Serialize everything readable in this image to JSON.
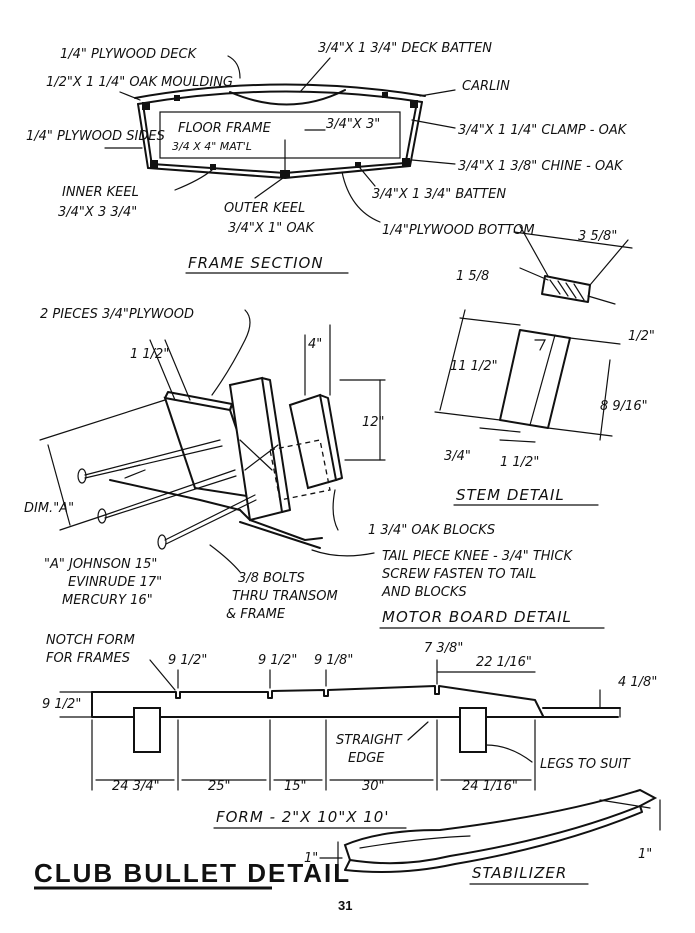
{
  "frame_section": {
    "title": "FRAME SECTION",
    "labels": {
      "plywood_deck": "1/4\" PLYWOOD DECK",
      "deck_batten": "3/4\"X 1 3/4\" DECK BATTEN",
      "oak_moulding": "1/2\"X 1 1/4\" OAK MOULDING",
      "carlin": "CARLIN",
      "plywood_sides": "1/4\" PLYWOOD SIDES",
      "floor_frame": "FLOOR FRAME",
      "floor_frame_matl": "3/4 X 4\" MAT'L",
      "frame_3x3": "3/4\"X 3\"",
      "clamp_oak": "3/4\"X 1 1/4\" CLAMP - OAK",
      "chine_oak": "3/4\"X 1 3/8\" CHINE - OAK",
      "inner_keel": "INNER KEEL",
      "inner_keel_size": "3/4\"X 3 3/4\"",
      "outer_keel": "OUTER KEEL",
      "outer_keel_size": "3/4\"X 1\" OAK",
      "batten": "3/4\"X 1 3/4\" BATTEN",
      "plywood_bottom": "1/4\"PLYWOOD BOTTOM"
    }
  },
  "motor_board": {
    "title": "MOTOR BOARD DETAIL",
    "labels": {
      "plywood_pieces": "2 PIECES 3/4\"PLYWOOD",
      "dim_1_5": "1 1/2\"",
      "dim_4": "4\"",
      "dim_12": "12\"",
      "dim_a": "DIM.\"A\"",
      "oak_blocks": "1 3/4\" OAK BLOCKS",
      "tail_knee_1": "TAIL PIECE KNEE - 3/4\" THICK",
      "tail_knee_2": "SCREW FASTEN TO TAIL",
      "tail_knee_3": "AND BLOCKS",
      "motors_1": "\"A\" JOHNSON 15\"",
      "motors_2": "EVINRUDE 17\"",
      "motors_3": "MERCURY 16\"",
      "bolts_1": "3/8 BOLTS",
      "bolts_2": "THRU TRANSOM",
      "bolts_3": "& FRAME"
    }
  },
  "stem": {
    "title": "STEM DETAIL",
    "labels": {
      "dim_3_5_8": "3 5/8\"",
      "dim_1_5_8": "1 5/8",
      "dim_half": "1/2\"",
      "dim_11_5": "11 1/2\"",
      "dim_8_9_16": "8 9/16\"",
      "dim_3_4": "3/4\"",
      "dim_1_5": "1 1/2\""
    }
  },
  "form": {
    "title": "FORM - 2\"X 10\"X 10'",
    "notch_label_1": "NOTCH FORM",
    "notch_label_2": "FOR FRAMES",
    "notch_heights": [
      "9 1/2\"",
      "9 1/2\"",
      "9 1/8\"",
      "7 3/8\""
    ],
    "dim_22": "22 1/16\"",
    "dim_left": "9 1/2\"",
    "dim_right": "4 1/8\"",
    "straight_edge_1": "STRAIGHT",
    "straight_edge_2": "EDGE",
    "legs": "LEGS TO SUIT",
    "spacings": [
      "24 3/4\"",
      "25\"",
      "15\"",
      "30\"",
      "24 1/16\""
    ]
  },
  "stabilizer": {
    "title": "STABILIZER",
    "dim_left": "1\"",
    "dim_right": "1\""
  },
  "page": {
    "heading": "CLUB BULLET DETAIL",
    "page_number": "31"
  }
}
